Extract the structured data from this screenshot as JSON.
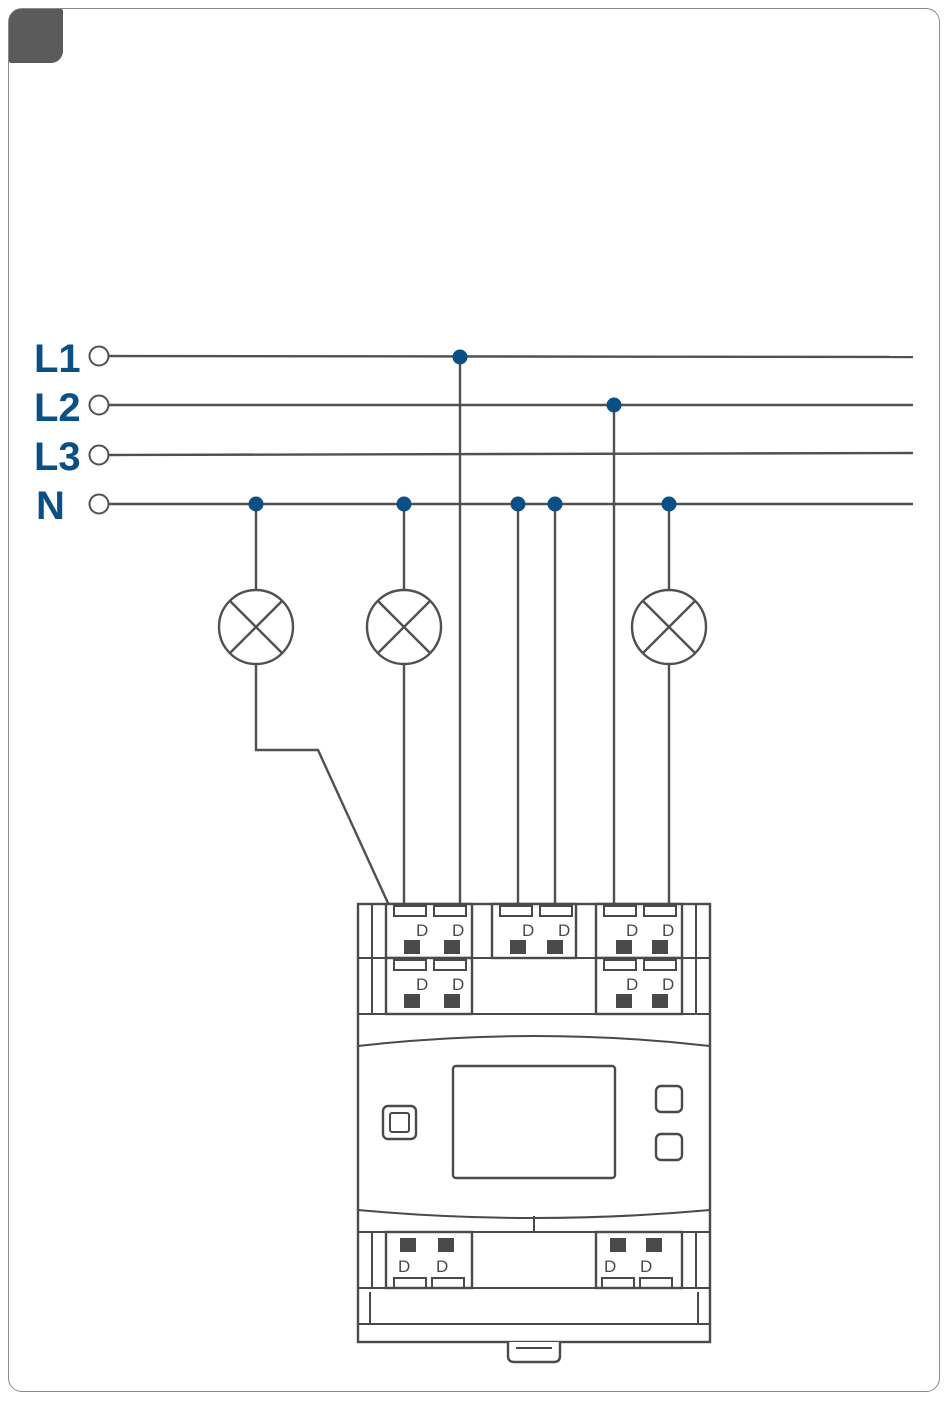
{
  "lines": [
    {
      "id": "L1",
      "label": "L1"
    },
    {
      "id": "L2",
      "label": "L2"
    },
    {
      "id": "L3",
      "label": "L3"
    },
    {
      "id": "N",
      "label": "N"
    }
  ],
  "colors": {
    "label": "#0a4f85",
    "junction": "#0a4f85",
    "wire": "#505050",
    "device": "#4a4a4a",
    "badge": "#5b5b5b",
    "frame": "#8a8a8a"
  },
  "terminal_glyph": "D",
  "icons": [
    "step-badge",
    "lamp-icon",
    "terminal-screw-icon"
  ]
}
